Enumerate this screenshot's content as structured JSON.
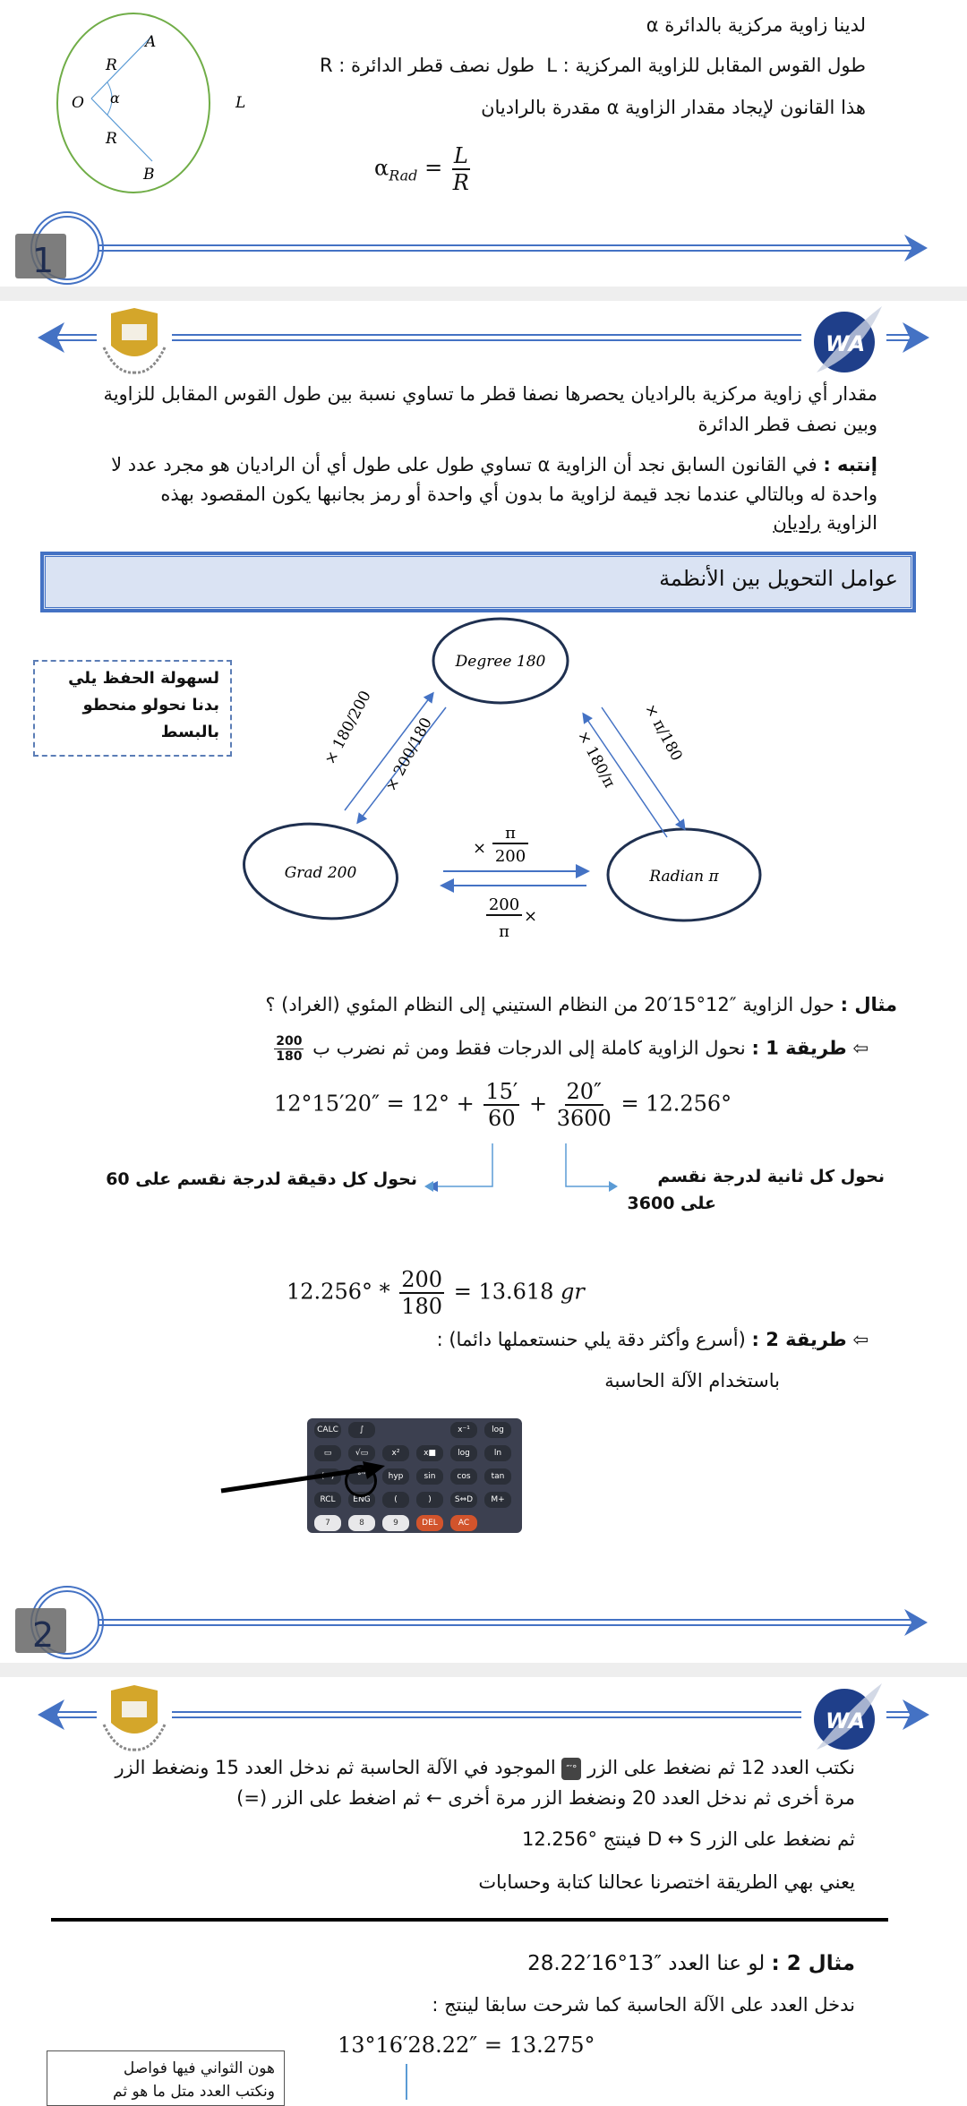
{
  "section1": {
    "diagram_labels": {
      "A": "A",
      "B": "B",
      "O": "O",
      "R1": "R",
      "R2": "R",
      "alpha": "α",
      "L": "L"
    },
    "line1": "لدينا زاوية مركزية بالدائرة α",
    "line2_arc": "طول القوس المقابل للزاوية المركزية : L",
    "line2_radius": "طول نصف قطر الدائرة : R",
    "line3": "هذا القانون لإيجاد مقدار الزاوية α مقدرة بالراديان",
    "formula": {
      "lhs": "α",
      "sub": "Rad",
      "eq": "=",
      "num": "L",
      "den": "R"
    }
  },
  "dividers": [
    {
      "page_number": "1"
    },
    {
      "page_number": "2"
    }
  ],
  "logos": {
    "left": "book-shield-logo",
    "right": "WA"
  },
  "section2": {
    "definition": [
      "مقدار أي زاوية مركزية بالراديان يحصرها نصفا قطر ما تساوي نسبة بين طول القوس المقابل للزاوية",
      "وبين نصف قطر الدائرة"
    ],
    "note_label": "إنتبه :",
    "note": [
      "في القانون السابق نجد أن الزاوية α تساوي طول على طول أي أن الراديان هو مجرد عدد لا",
      "واحدة له وبالتالي عندما نجد قيمة لزاوية ما بدون أي واحدة أو رمز بجانبها يكون المقصود بهذه",
      "الزاوية "
    ],
    "note_underlined": "راديان",
    "title": "عوامل التحويل بين الأنظمة",
    "memo": [
      "لسهولة الحفظ يلي",
      "بدنا نحولو منحطو",
      "بالبسط"
    ],
    "nodes": {
      "degree": "Degree 180",
      "grad": "Grad 200",
      "radian": "Radian π"
    },
    "factors": {
      "grad_to_degree": "× 180/200",
      "degree_to_grad": "× 200/180",
      "degree_to_radian": "× π/180",
      "radian_to_degree": "× 180/π",
      "grad_to_radian": {
        "op": "×",
        "num": "π",
        "den": "200"
      },
      "radian_to_grad": {
        "op": "×",
        "num": "200",
        "den": "π"
      }
    },
    "example_label": "مثال :",
    "example": "حول الزاوية ″12°15′20 من النظام الستيني إلى النظام المئوي (الغراد) ؟",
    "method1_label": "طريقة 1 :",
    "method1": "نحول الزاوية كاملة إلى الدرجات فقط ومن ثم نضرب ب",
    "method1_frac": {
      "num": "200",
      "den": "180"
    },
    "eq1": {
      "lhs": "12°15′20″ = 12° +",
      "f1n": "15′",
      "f1d": "60",
      "plus": "+",
      "f2n": "20″",
      "f2d": "3600",
      "rhs": "= 12.256°"
    },
    "annot_minutes": "نحول كل دقيقة لدرجة نقسم على 60",
    "annot_seconds": [
      "نحول كل ثانية لدرجة نقسم",
      "على 3600"
    ],
    "eq2": {
      "lhs": "12.256° *",
      "num": "200",
      "den": "180",
      "rhs": "= 13.618 ",
      "unit": "gr"
    },
    "method2_label": "طريقة 2 :",
    "method2": "(أسرع وأكثر دقة يلي حنستعملها دائما) :",
    "calculator_caption": "باستخدام الآلة الحاسبة",
    "calculator_keys": [
      "CALC",
      "∫",
      "x⁻¹",
      "log",
      "▭",
      "√▭",
      "x²",
      "x■",
      "log",
      "ln",
      "(−)",
      "°′″",
      "hyp",
      "sin",
      "cos",
      "tan",
      "RCL",
      "ENG",
      "(",
      ")",
      "S⇔D",
      "M+",
      "7",
      "8",
      "9",
      "DEL",
      "AC"
    ],
    "arrow_color": "#4472c4"
  },
  "section3": {
    "line1_a": "نكتب العدد 12 ثم نضغط على الزر",
    "line1_b": "الموجود في الآلة الحاسبة ثم ندخل العدد 15 ونضغط الزر",
    "button_glyph": "°′″",
    "line2": "مرة أخرى ثم ندخل العدد 20 ونضغط الزر مرة أخرى ← ثم اضغط على الزر (=)",
    "line3": "ثم نضغط على الزر D ↔ S فينتج °12.256",
    "line4": "يعني بهي الطريقة اختصرنا عحالنا كتابة وحسابات",
    "example2_label": "مثال 2 :",
    "example2": "لو عنا العدد ″13°16′28.22",
    "line5": "ندخل العدد على الآلة الحاسبة كما شرحت سابقا لينتج :",
    "eq3": "13°16′28.22″ = 13.275°",
    "note": [
      "هون الثواني فيها فواصل",
      "ونكتب العدد متل ما هو ثم"
    ]
  }
}
